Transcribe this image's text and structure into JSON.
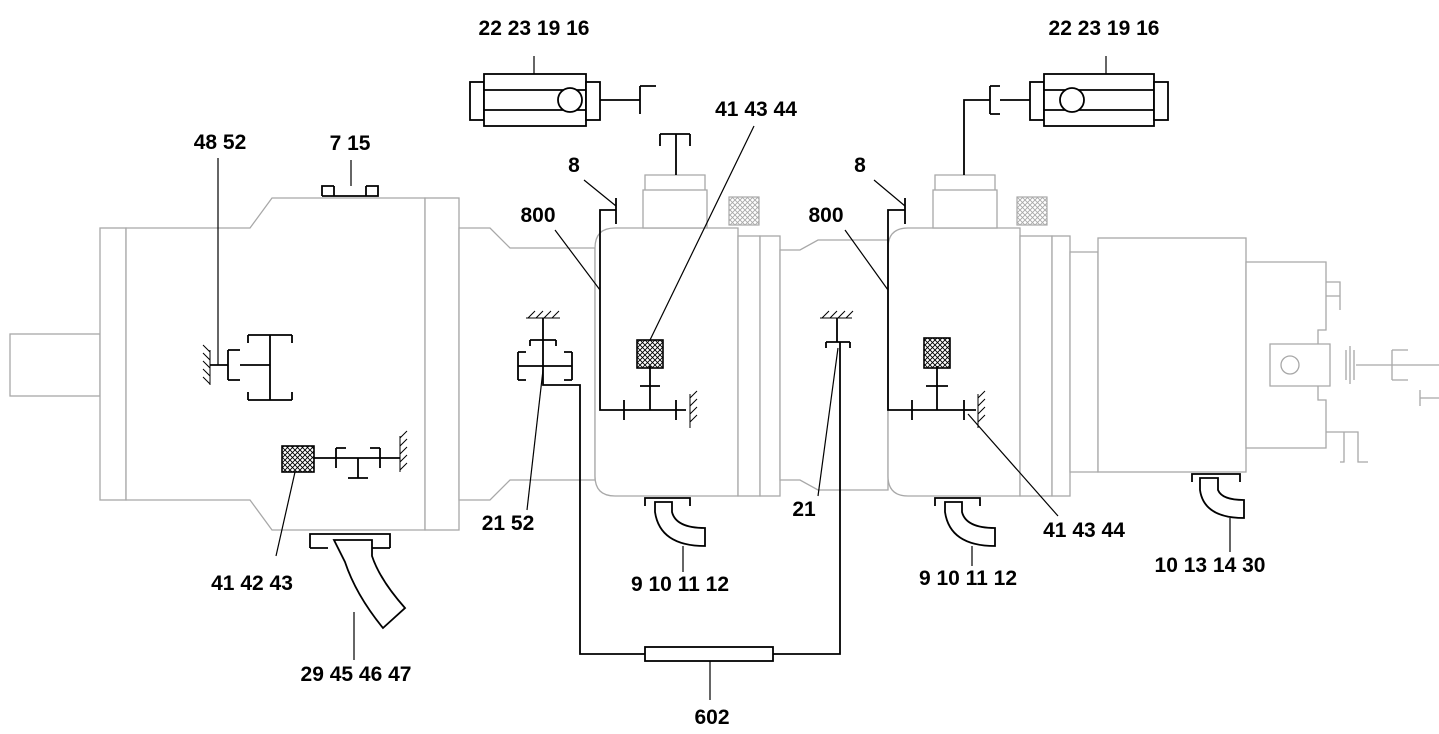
{
  "labels": {
    "l_22_23_19_16_a": "22 23 19 16",
    "l_22_23_19_16_b": "22 23 19 16",
    "l_41_43_44_a": "41 43 44",
    "l_48_52": "48 52",
    "l_7_15": "7 15",
    "l_8_a": "8",
    "l_8_b": "8",
    "l_800_a": "800",
    "l_800_b": "800",
    "l_21_52": "21 52",
    "l_21": "21",
    "l_41_43_44_b": "41 43 44",
    "l_41_42_43": "41 42 43",
    "l_9_10_11_12_a": "9 10 11 12",
    "l_9_10_11_12_b": "9 10 11 12",
    "l_10_13_14_30": "10 13 14 30",
    "l_29_45_46_47": "29 45 46 47",
    "l_602": "602"
  }
}
